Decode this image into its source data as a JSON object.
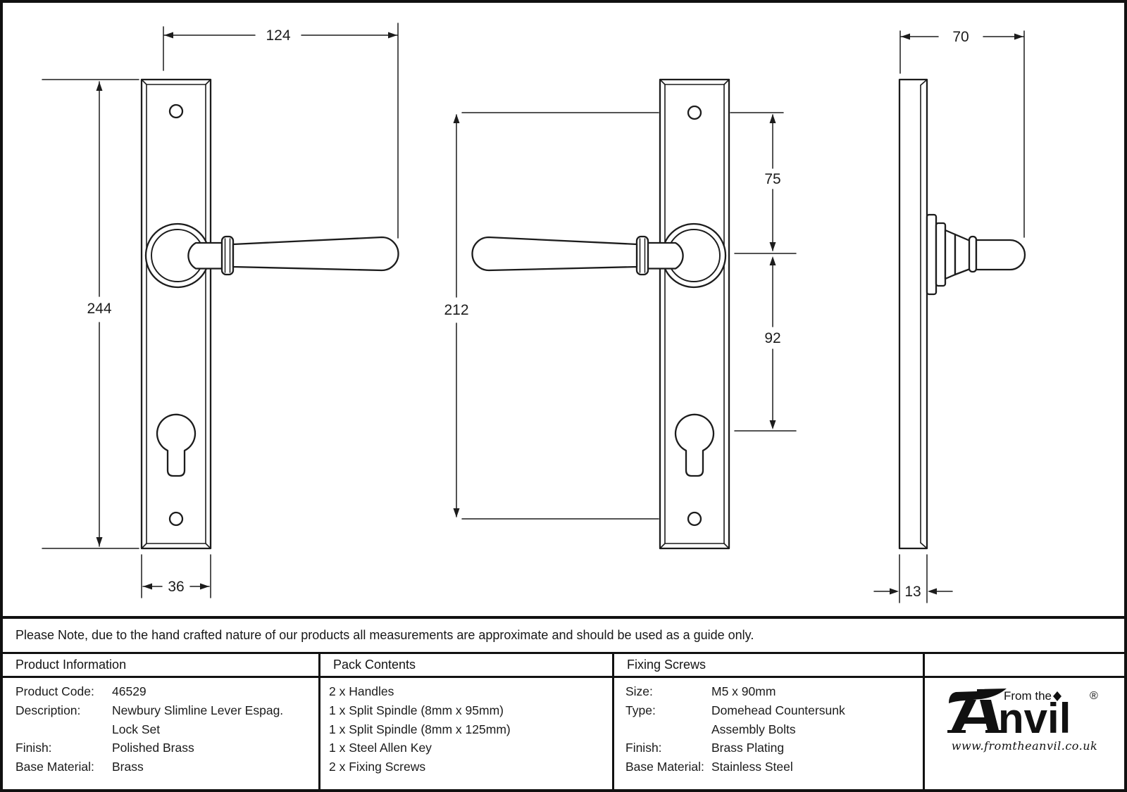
{
  "note": "Please Note, due to the hand crafted nature of our products all measurements are approximate and should be used as a guide only.",
  "dims": {
    "assembly_width": "124",
    "plate_height": "244",
    "plate_width": "36",
    "screw_centres": "212",
    "top_to_handle": "75",
    "handle_to_keyhole": "92",
    "side_projection": "70",
    "plate_thickness": "13"
  },
  "table": {
    "product_information": {
      "header": "Product Information",
      "rows": [
        {
          "label": "Product Code:",
          "value": "46529"
        },
        {
          "label": "Description:",
          "value": "Newbury Slimline Lever Espag."
        },
        {
          "label": "",
          "value": "Lock Set"
        },
        {
          "label": "Finish:",
          "value": "Polished Brass"
        },
        {
          "label": "Base Material:",
          "value": "Brass"
        }
      ]
    },
    "pack_contents": {
      "header": "Pack Contents",
      "items": [
        "2 x Handles",
        "1 x Split Spindle (8mm x 95mm)",
        "1 x Split Spindle (8mm x 125mm)",
        "1 x Steel Allen Key",
        "2 x Fixing Screws"
      ]
    },
    "fixing_screws": {
      "header": "Fixing Screws",
      "rows": [
        {
          "label": "Size:",
          "value": "M5 x 90mm"
        },
        {
          "label": "Type:",
          "value": "Domehead Countersunk"
        },
        {
          "label": "",
          "value": "Assembly Bolts"
        },
        {
          "label": "Finish:",
          "value": "Brass Plating"
        },
        {
          "label": "Base Material:",
          "value": "Stainless Steel"
        }
      ]
    }
  },
  "logo": {
    "prefix": "From the",
    "brand_suffix": "nvil",
    "registered": "®",
    "url": "www.fromtheanvil.co.uk"
  }
}
